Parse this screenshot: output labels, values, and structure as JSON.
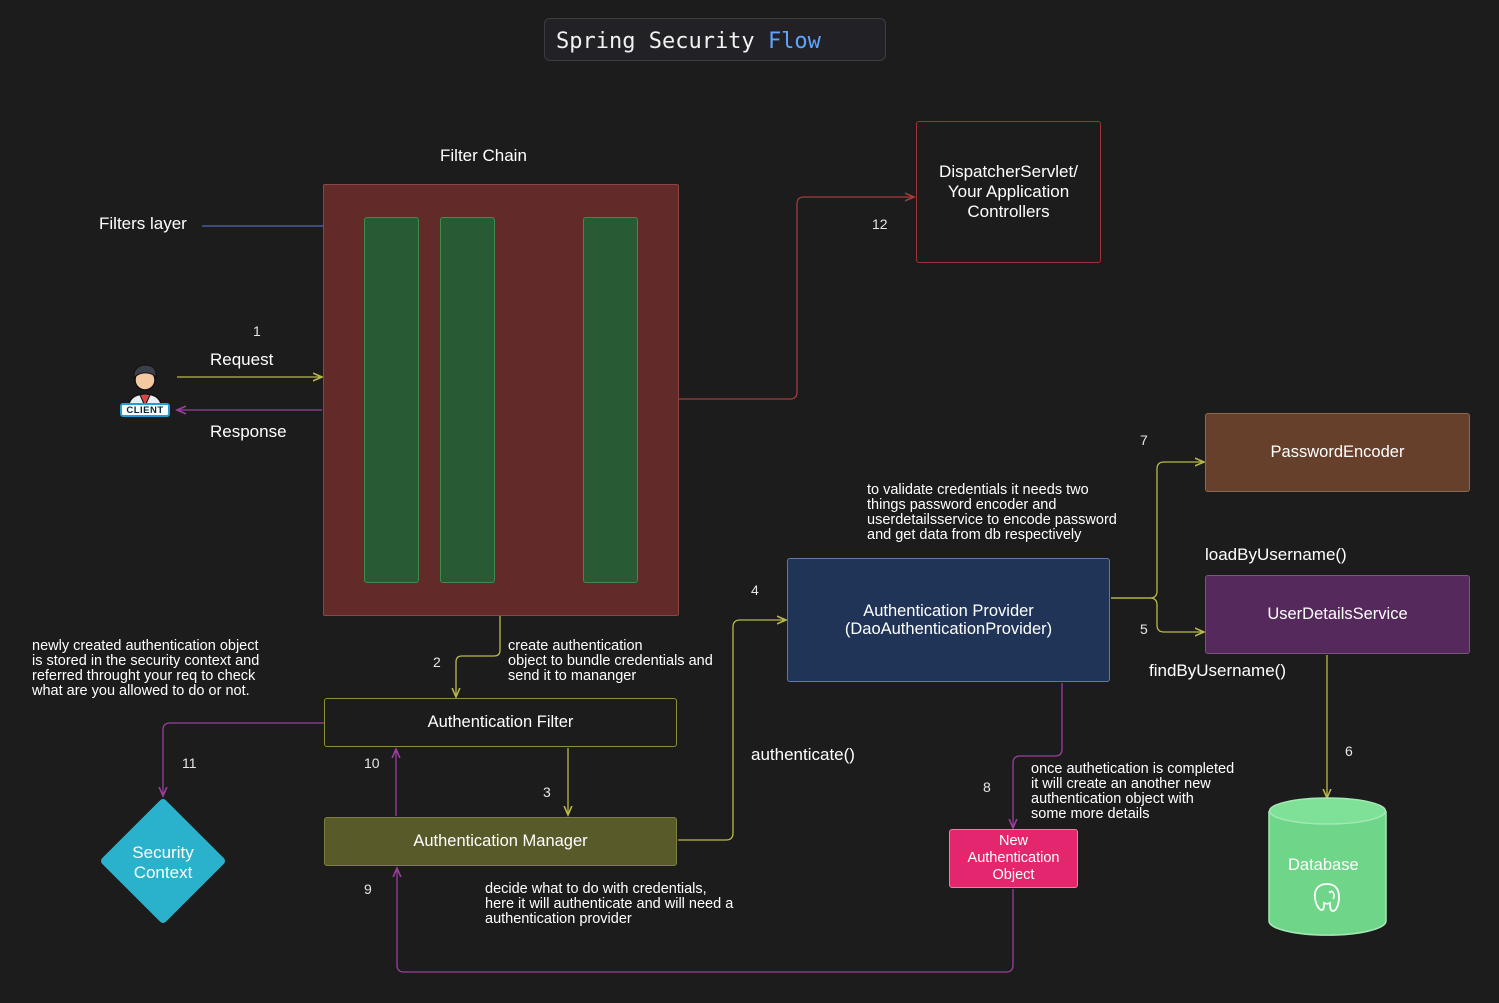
{
  "title": {
    "main": "Spring Security",
    "accent": "Flow"
  },
  "filter_chain": {
    "label": "Filter Chain",
    "filters_layer_label": "Filters layer"
  },
  "client": {
    "tag": "CLIENT",
    "request_label": "Request",
    "response_label": "Response"
  },
  "dispatcher": {
    "line1": "DispatcherServlet/",
    "line2": "Your Application",
    "line3": "Controllers"
  },
  "auth_filter": {
    "label": "Authentication Filter"
  },
  "auth_manager": {
    "label": "Authentication Manager"
  },
  "auth_provider": {
    "line1": "Authentication Provider",
    "line2": "(DaoAuthenticationProvider)"
  },
  "password_encoder": {
    "label": "PasswordEncoder"
  },
  "user_details_service": {
    "label": "UserDetailsService"
  },
  "database": {
    "label": "Database"
  },
  "security_context": {
    "line1": "Security",
    "line2": "Context"
  },
  "new_auth_object": {
    "line1": "New",
    "line2": "Authentication",
    "line3": "Object"
  },
  "method_labels": {
    "authenticate": "authenticate()",
    "load_by_username": "loadByUsername()",
    "find_by_username": "findByUsername()"
  },
  "step_numbers": {
    "s1": "1",
    "s2": "2",
    "s3": "3",
    "s4": "4",
    "s5": "5",
    "s6": "6",
    "s7": "7",
    "s8": "8",
    "s9": "9",
    "s10": "10",
    "s11": "11",
    "s12": "12"
  },
  "notes": {
    "create_auth_object": "create authentication\nobject to bundle credentials and\nsend it to mananger",
    "security_context_note": "newly created authentication object\nis stored in the security context and\nreferred throught your req to check\nwhat are you allowed to do or not.",
    "validate_credentials": "to validate credentials it needs two\nthings password encoder and\nuserdetailsservice to encode password\nand get data from db respectively",
    "manager_decision": "decide what to do with credentials,\nhere it will authenticate and will need a\nauthentication provider",
    "authentication_completed": "once authetication is completed\nit will create an another new\nauthentication object with\nsome more details"
  },
  "colors": {
    "background": "#1c1c1c",
    "filter_chain_fill": "#622a28",
    "filter_bar_fill": "#285a34",
    "auth_provider_fill": "#1f3457",
    "auth_manager_fill": "#585a29",
    "password_encoder_fill": "#66402a",
    "user_details_fill": "#55295c",
    "database_fill": "#6fd689",
    "security_context_fill": "#2ab2cc",
    "new_auth_fill": "#e4266e",
    "accent_blue": "#5fa3ff"
  }
}
